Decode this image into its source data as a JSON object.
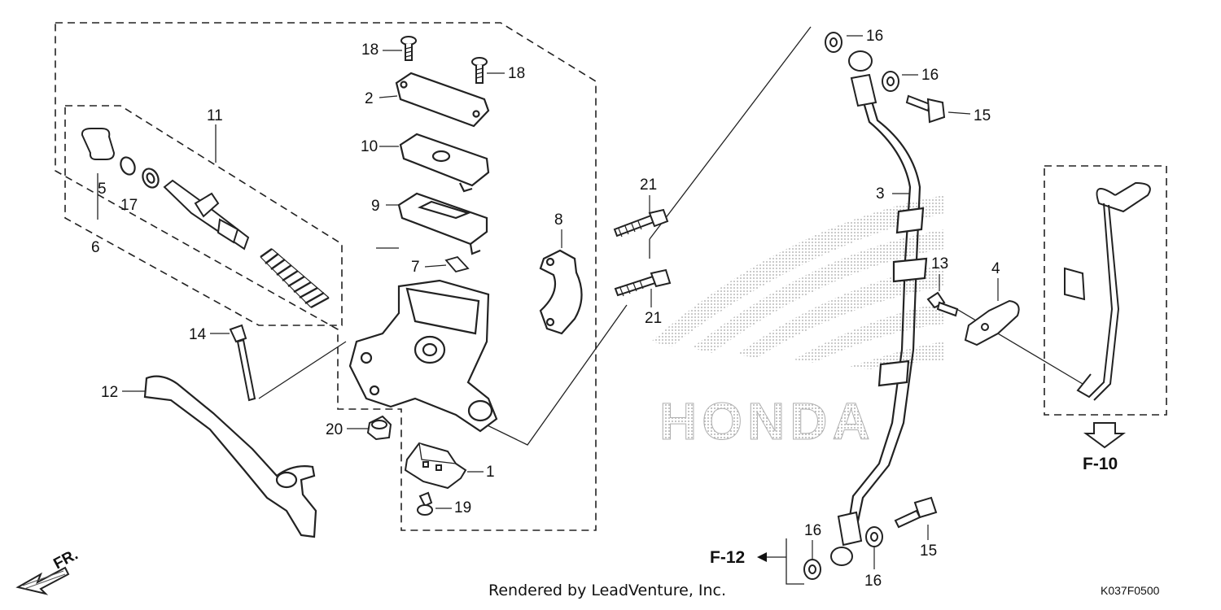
{
  "callouts": {
    "n1": "1",
    "n2": "2",
    "n3": "3",
    "n4": "4",
    "n5": "5",
    "n6": "6",
    "n7": "7",
    "n8": "8",
    "n9": "9",
    "n10": "10",
    "n11": "11",
    "n12": "12",
    "n13": "13",
    "n14": "14",
    "n15a": "15",
    "n15b": "15",
    "n16a": "16",
    "n16b": "16",
    "n16c": "16",
    "n16d": "16",
    "n17": "17",
    "n18a": "18",
    "n18b": "18",
    "n19": "19",
    "n20": "20",
    "n21a": "21",
    "n21b": "21"
  },
  "references": {
    "f10": "F-10",
    "f12": "F-12",
    "fr": "FR."
  },
  "watermark": "HONDA",
  "footer": {
    "rendered_by": "Rendered by LeadVenture, Inc.",
    "diagram_code": "K037F0500"
  },
  "colors": {
    "line": "#222222",
    "dots": "#9a9a9a",
    "part_fill": "#ffffff"
  }
}
